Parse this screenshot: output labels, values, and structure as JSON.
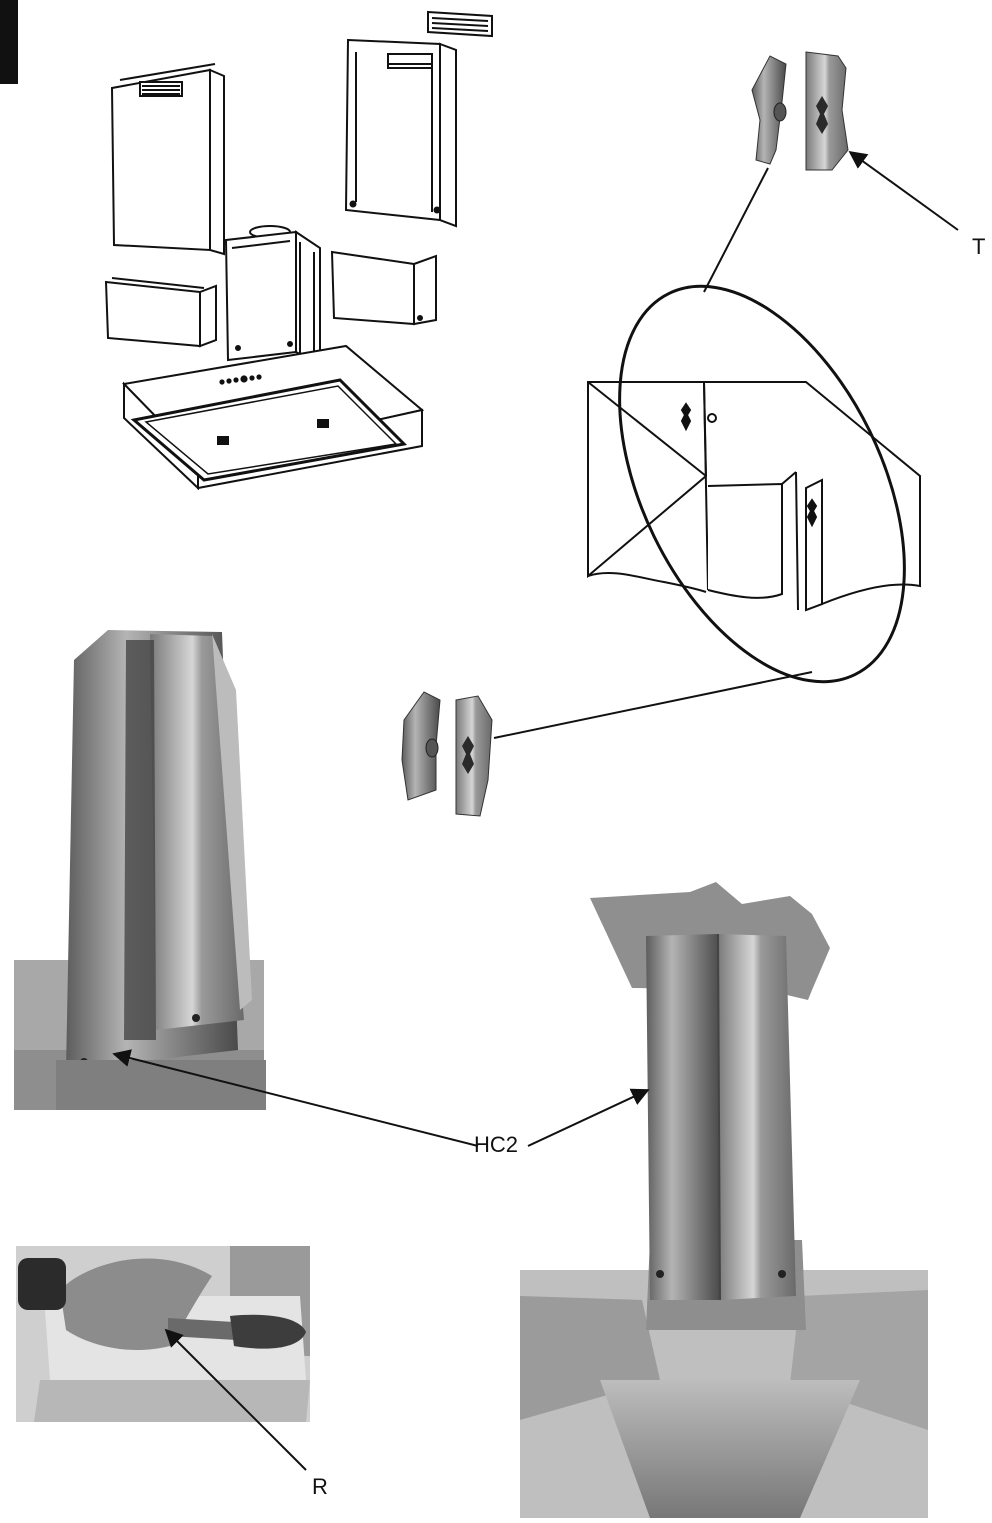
{
  "callouts": {
    "t": "T",
    "hc2": "HC2",
    "r": "R"
  },
  "colors": {
    "line": "#111111",
    "photo_dark": "#6e6e6e",
    "photo_mid": "#a9a9a9",
    "photo_light": "#dcdcdc"
  }
}
